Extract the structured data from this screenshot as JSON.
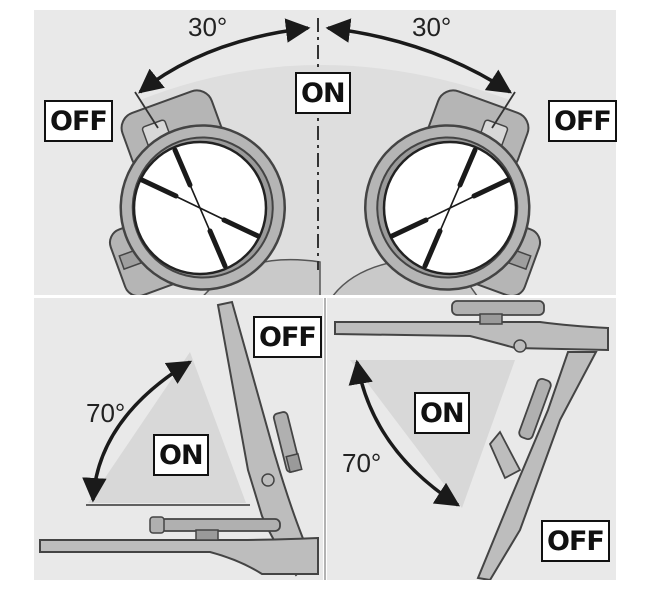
{
  "labels": {
    "angle_top_left": "30°",
    "angle_top_right": "30°",
    "on_top": "ON",
    "off_top_left": "OFF",
    "off_top_right": "OFF",
    "off_bottom_left": "OFF",
    "angle_bottom_left": "70°",
    "on_bottom_left": "ON",
    "on_bottom_right": "ON",
    "angle_bottom_right": "70°",
    "off_bottom_right": "OFF"
  },
  "colors": {
    "panel": "#e9e9e9",
    "wedge": "#d8d8d8",
    "scope_body": "#b5b5b5",
    "line": "#1a1a1a"
  }
}
